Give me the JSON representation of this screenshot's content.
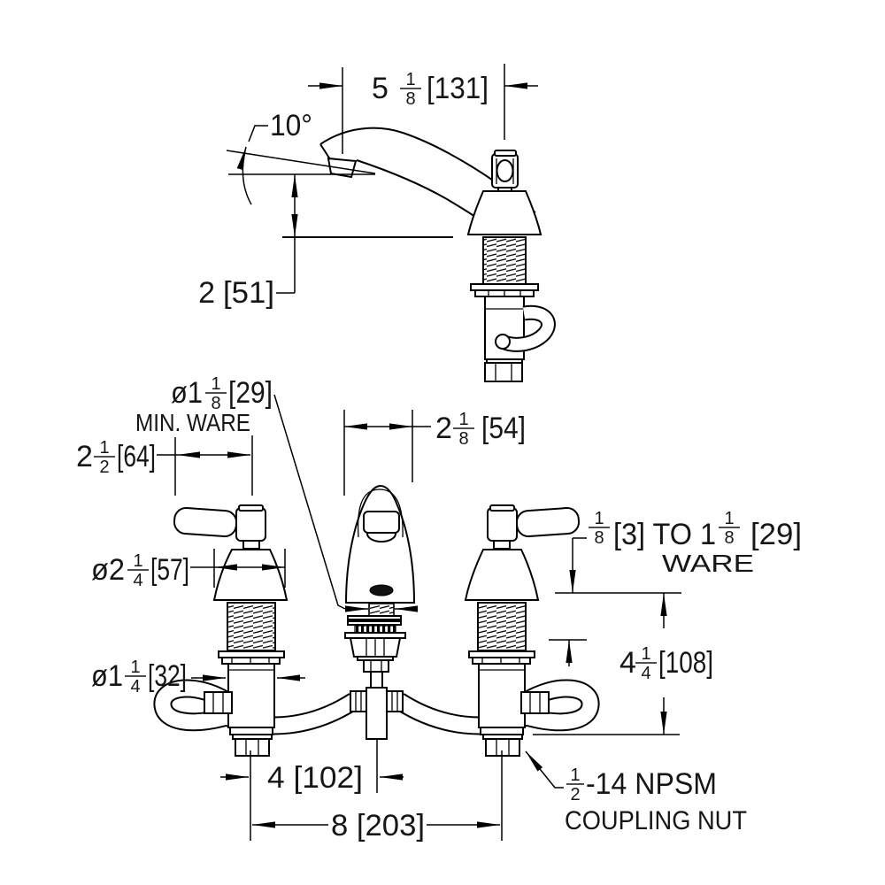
{
  "title": "faucet-dimensional-drawing",
  "dims": {
    "spout_reach": {
      "w": "5",
      "n": "1",
      "d": "8",
      "mm": "[131]"
    },
    "angle": "10°",
    "tip_height": {
      "w": "2",
      "mm": "[51]"
    },
    "shank_min": {
      "w": "ø1",
      "n": "1",
      "d": "8",
      "mm": "[29]"
    },
    "min_ware": "MIN. WARE",
    "side_clear": {
      "w": "2",
      "n": "1",
      "d": "2",
      "mm": "[64]"
    },
    "dome_width": {
      "w": "2",
      "n": "1",
      "d": "8",
      "mm": "[54]"
    },
    "esc_dia": {
      "w": "ø2",
      "n": "1",
      "d": "4",
      "mm": "[57]"
    },
    "body_dia": {
      "w": "ø1",
      "n": "1",
      "d": "4",
      "mm": "[32]"
    },
    "ware_min": {
      "n": "1",
      "d": "8",
      "mid": "[3] TO 1"
    },
    "ware_max": {
      "n": "1",
      "d": "8",
      "mm": "[29]"
    },
    "ware_label": "WARE",
    "under_clear": {
      "w": "4",
      "n": "1",
      "d": "4",
      "mm": "[108]"
    },
    "center_4": "4  [102]",
    "center_8": "8  [203]",
    "coupling": {
      "n": "1",
      "d": "2",
      "suffix": "-14 NPSM",
      "line2": "COUPLING NUT"
    }
  }
}
